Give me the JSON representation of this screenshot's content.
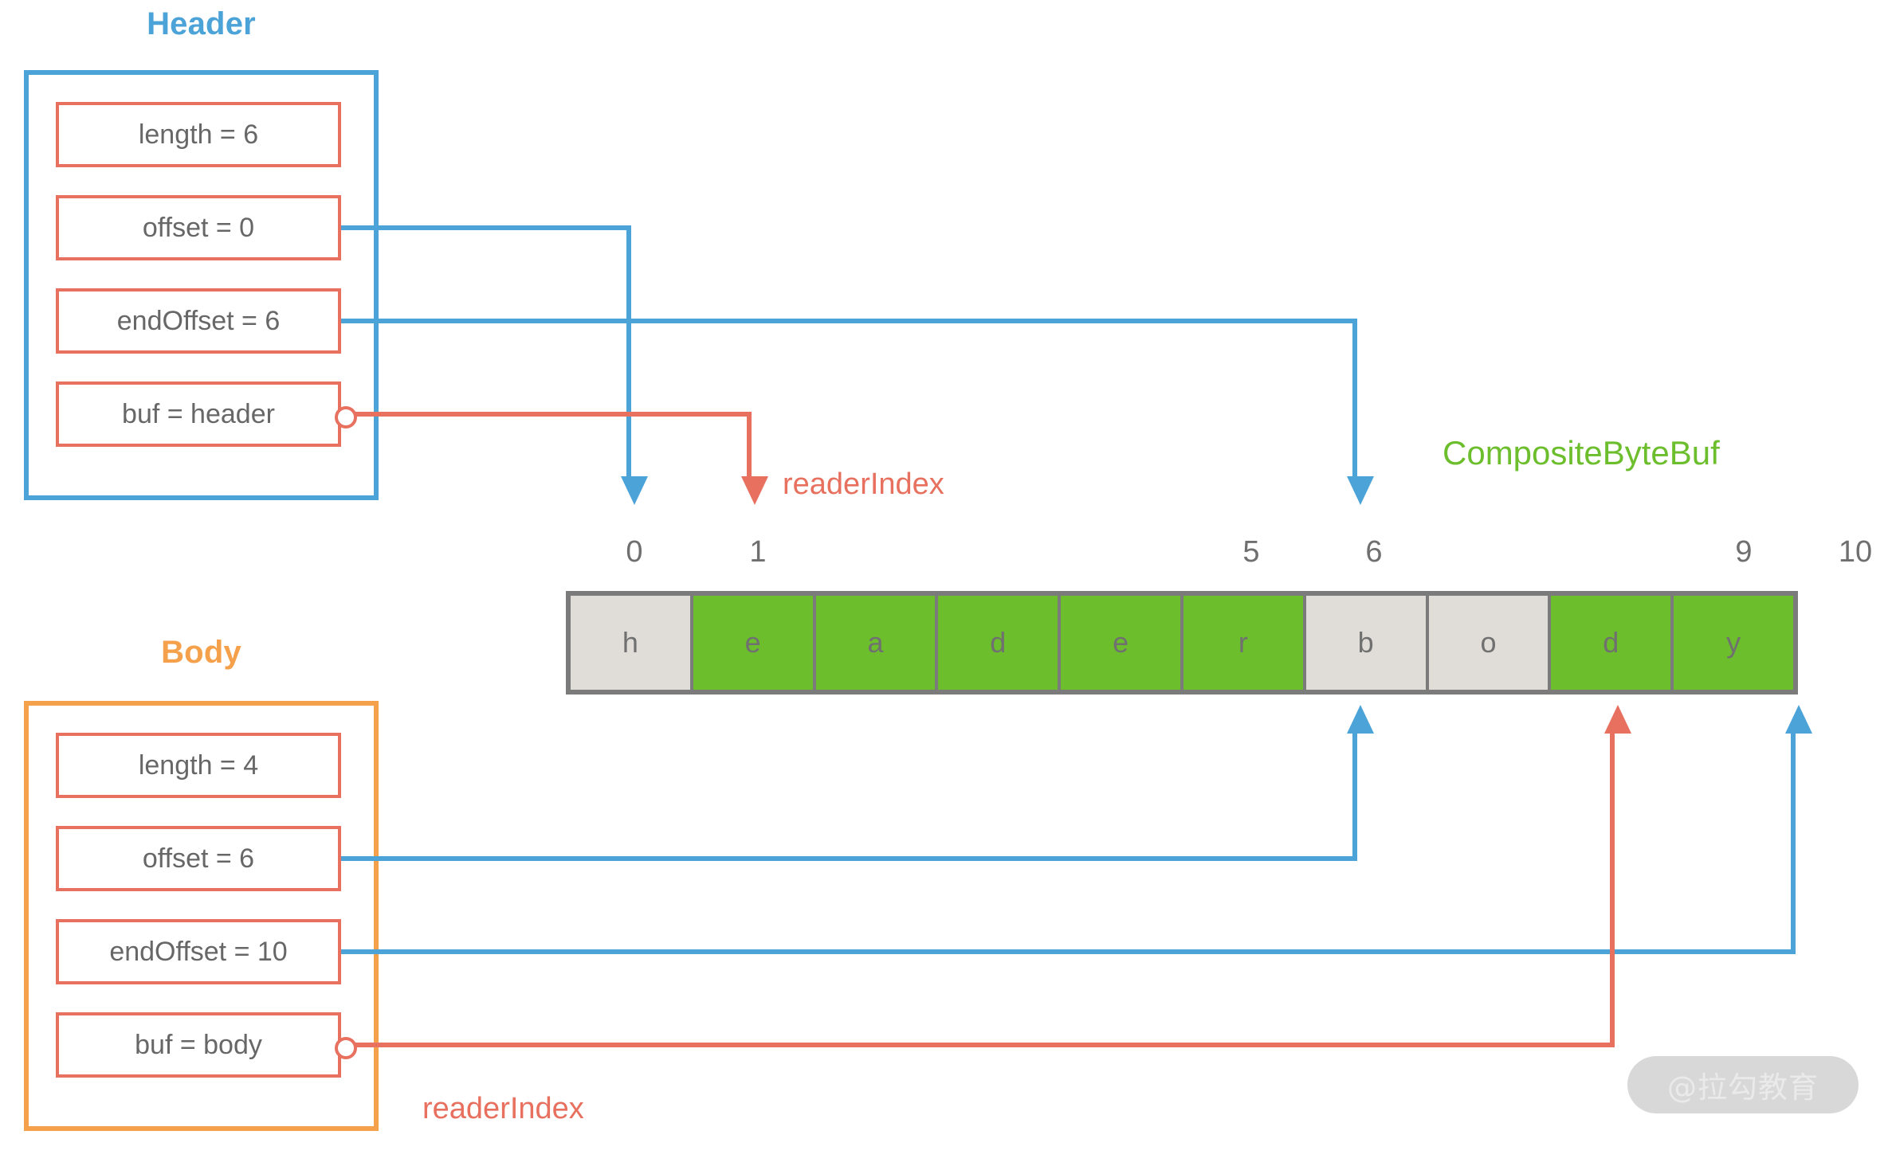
{
  "diagram": {
    "title_text": "CompositeByteBuf",
    "accent_blue": "#4CA3D8",
    "accent_orange": "#F5A04A",
    "accent_red": "#E8705F",
    "accent_green": "#6CBE2D",
    "cell_grey": "#E0DCD8",
    "border_grey": "#7B7B7B"
  },
  "header_component": {
    "title": "Header",
    "fields": [
      {
        "label": "length = 6"
      },
      {
        "label": "offset = 0"
      },
      {
        "label": "endOffset = 6"
      },
      {
        "label": "buf = header"
      }
    ]
  },
  "body_component": {
    "title": "Body",
    "fields": [
      {
        "label": "length = 4"
      },
      {
        "label": "offset = 6"
      },
      {
        "label": "endOffset = 10"
      },
      {
        "label": "buf = body"
      }
    ]
  },
  "buffer": {
    "indices": [
      "0",
      "1",
      "5",
      "6",
      "9",
      "10"
    ],
    "cells": [
      {
        "char": "h",
        "state": "read"
      },
      {
        "char": "e",
        "state": "unread"
      },
      {
        "char": "a",
        "state": "unread"
      },
      {
        "char": "d",
        "state": "unread"
      },
      {
        "char": "e",
        "state": "unread"
      },
      {
        "char": "r",
        "state": "unread"
      },
      {
        "char": "b",
        "state": "read"
      },
      {
        "char": "o",
        "state": "read"
      },
      {
        "char": "d",
        "state": "unread"
      },
      {
        "char": "y",
        "state": "unread"
      }
    ]
  },
  "annotations": {
    "reader_index_header": "readerIndex",
    "reader_index_body": "readerIndex",
    "composite": "CompositeByteBuf",
    "watermark": "@拉勾教育"
  }
}
